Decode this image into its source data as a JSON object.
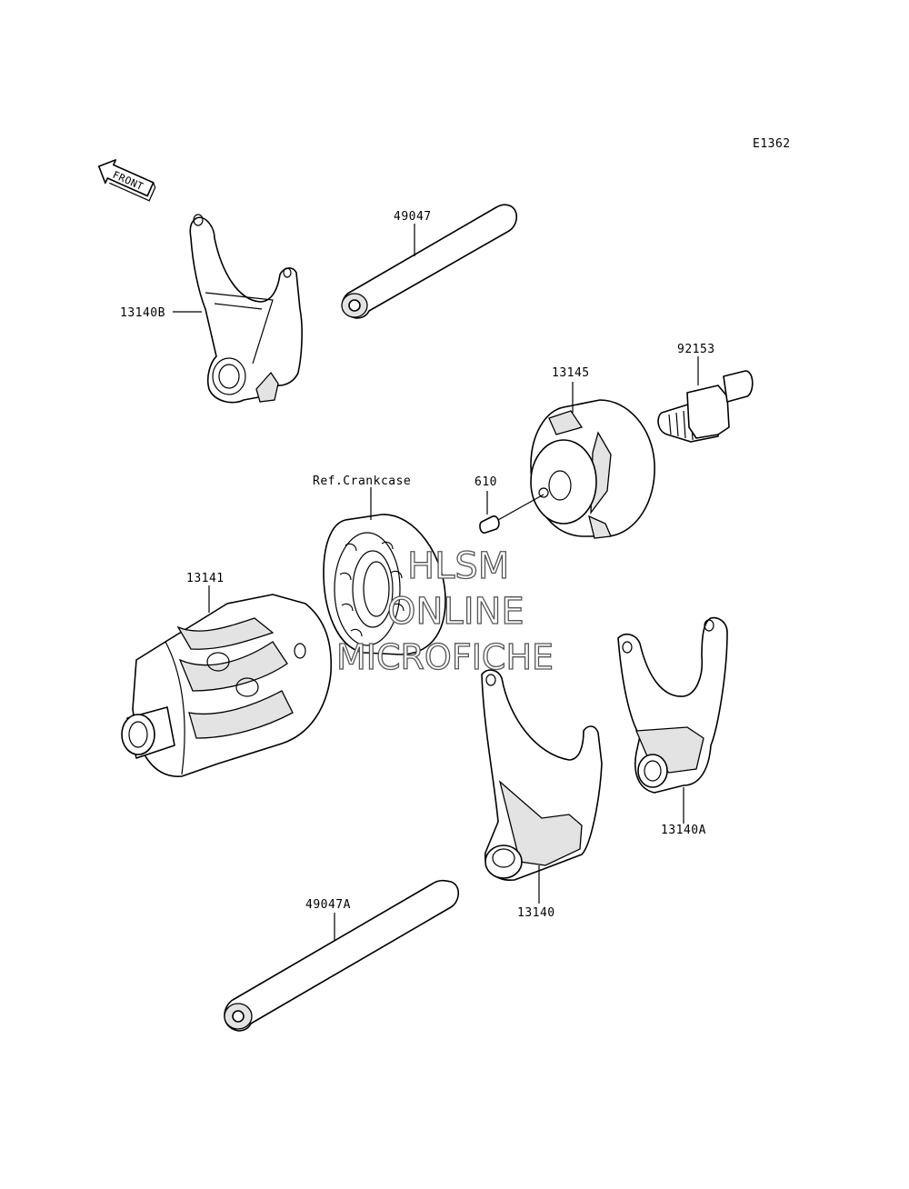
{
  "diagram_id": "E1362",
  "front_label": "FRONT",
  "watermark": {
    "line1": "HLSM",
    "line2": "ONLINE",
    "line3": "MICROFICHE"
  },
  "parts": {
    "fork_b": "13140B",
    "shaft_upper": "49047",
    "stopper_bolt": "92153",
    "drum_cam": "13145",
    "ref_crankcase": "Ref.Crankcase",
    "pin": "610",
    "drum": "13141",
    "fork_a": "13140A",
    "fork": "13140",
    "shaft_lower": "49047A"
  }
}
